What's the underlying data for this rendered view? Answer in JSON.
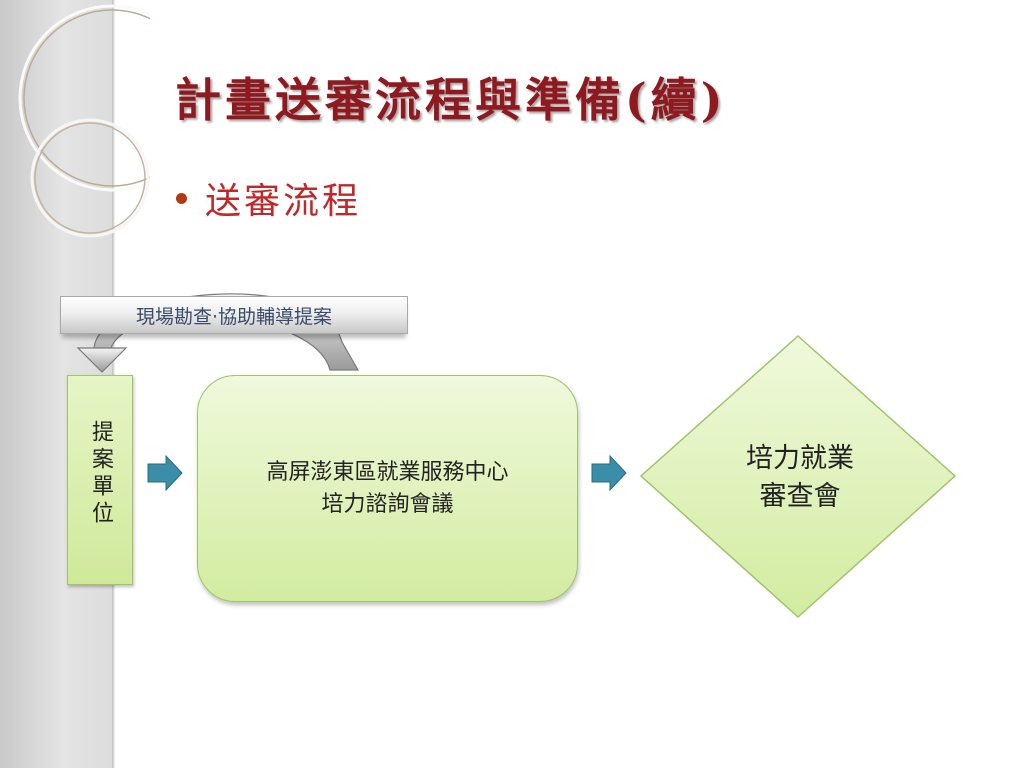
{
  "slide": {
    "title": "計畫送審流程與準備(續)",
    "bullet": "送審流程"
  },
  "diagram": {
    "feedback_label": "現場勘查‧協助輔導提案",
    "proposer": "提案單位",
    "center_line1": "高屏澎東區就業服務中心",
    "center_line2": "培力諮詢會議",
    "review_line1": "培力就業",
    "review_line2": "審查會"
  },
  "colors": {
    "title": "#8e1a20",
    "bullet_text": "#c0282a",
    "shape_fill": "#d2eca0",
    "shape_border": "#9fc46a",
    "arrow_fill": "#3a8ea8"
  }
}
